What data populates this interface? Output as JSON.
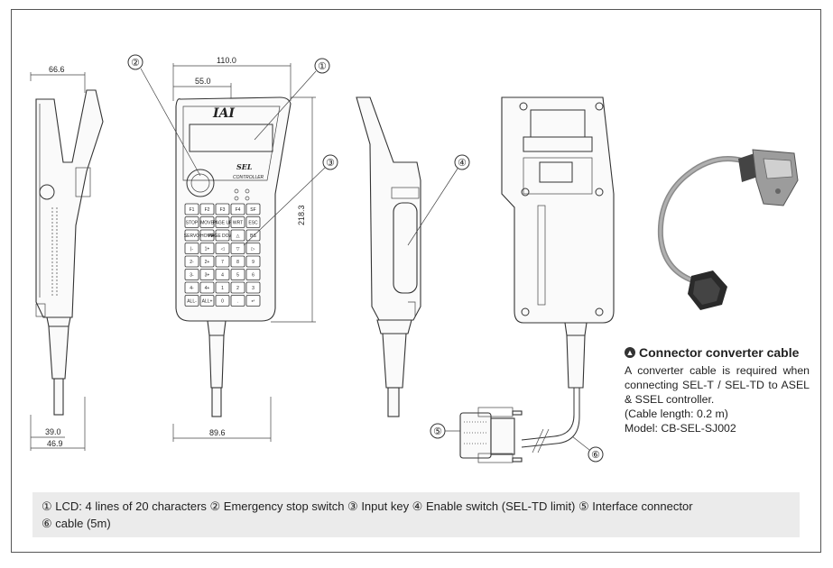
{
  "dimensions": {
    "side_depth": "66.6",
    "width_total": "110.0",
    "width_half": "55.0",
    "height": "218.3",
    "bottom_width": "89.6",
    "side_bottom_a": "39.0",
    "side_bottom_b": "46.9"
  },
  "brand": {
    "logo": "IAI",
    "model_top": "SEL",
    "model_bottom": "CONTROLLER"
  },
  "keypad": {
    "rows": [
      [
        "F1",
        "F2",
        "F3",
        "F4",
        "SF"
      ],
      [
        "STOP",
        "MOVE",
        "PAGE UP",
        "WRT",
        "ESC"
      ],
      [
        "SERVO",
        "HOME",
        "PAGE DOWN",
        "△",
        "BS"
      ],
      [
        "|-",
        "1+",
        "◁",
        "▽",
        "▷"
      ],
      [
        "2-",
        "2+",
        "7",
        "8",
        "9"
      ],
      [
        "3-",
        "3+",
        "4",
        "5",
        "6"
      ],
      [
        "4-",
        "4+",
        "1",
        "2",
        "3"
      ],
      [
        "ALL-",
        "ALL+",
        "0",
        ".",
        "↵"
      ]
    ]
  },
  "callouts": [
    "①",
    "②",
    "③",
    "④",
    "⑤",
    "⑥"
  ],
  "info": {
    "title": "Connector converter cable",
    "body": "A converter cable is required when connecting SEL-T / SEL-TD to ASEL & SSEL controller.",
    "length": "(Cable length: 0.2 m)",
    "model": "Model: CB-SEL-SJ002"
  },
  "legend": {
    "line1": "① LCD: 4 lines of 20 characters  ② Emergency stop switch  ③ Input key  ④ Enable switch (SEL-TD limit)  ⑤ Interface connector",
    "line2": "⑥ cable (5m)"
  },
  "colors": {
    "line": "#333333",
    "legend_bg": "#ebebeb",
    "frame": "#555555"
  }
}
